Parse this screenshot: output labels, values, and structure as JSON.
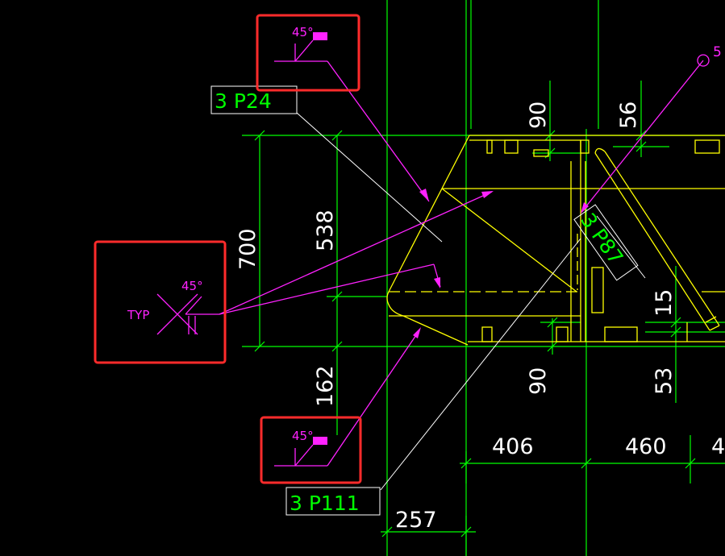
{
  "colors": {
    "background": "#000000",
    "dimension_line": "#00ff00",
    "structure": "#ffff00",
    "leader": "#ff22ff",
    "annotation_box": "#ff2b2b",
    "text": "#ffffff",
    "tag_text": "#00ff00"
  },
  "dimensions": {
    "d_700": "700",
    "d_538": "538",
    "d_162": "162",
    "d_90_top": "90",
    "d_56": "56",
    "d_15": "15",
    "d_90_bottom": "90",
    "d_53": "53",
    "d_406": "406",
    "d_460": "460",
    "d_4": "4",
    "d_257": "257"
  },
  "part_tags": {
    "p24": "3 P24",
    "p87": "3 P87",
    "p111": "3 P111"
  },
  "weld_symbols": {
    "top_angle": "45°",
    "left_angle": "45°",
    "left_note": "TYP",
    "bottom_angle": "45°"
  },
  "grid_marker": {
    "label": "5"
  }
}
